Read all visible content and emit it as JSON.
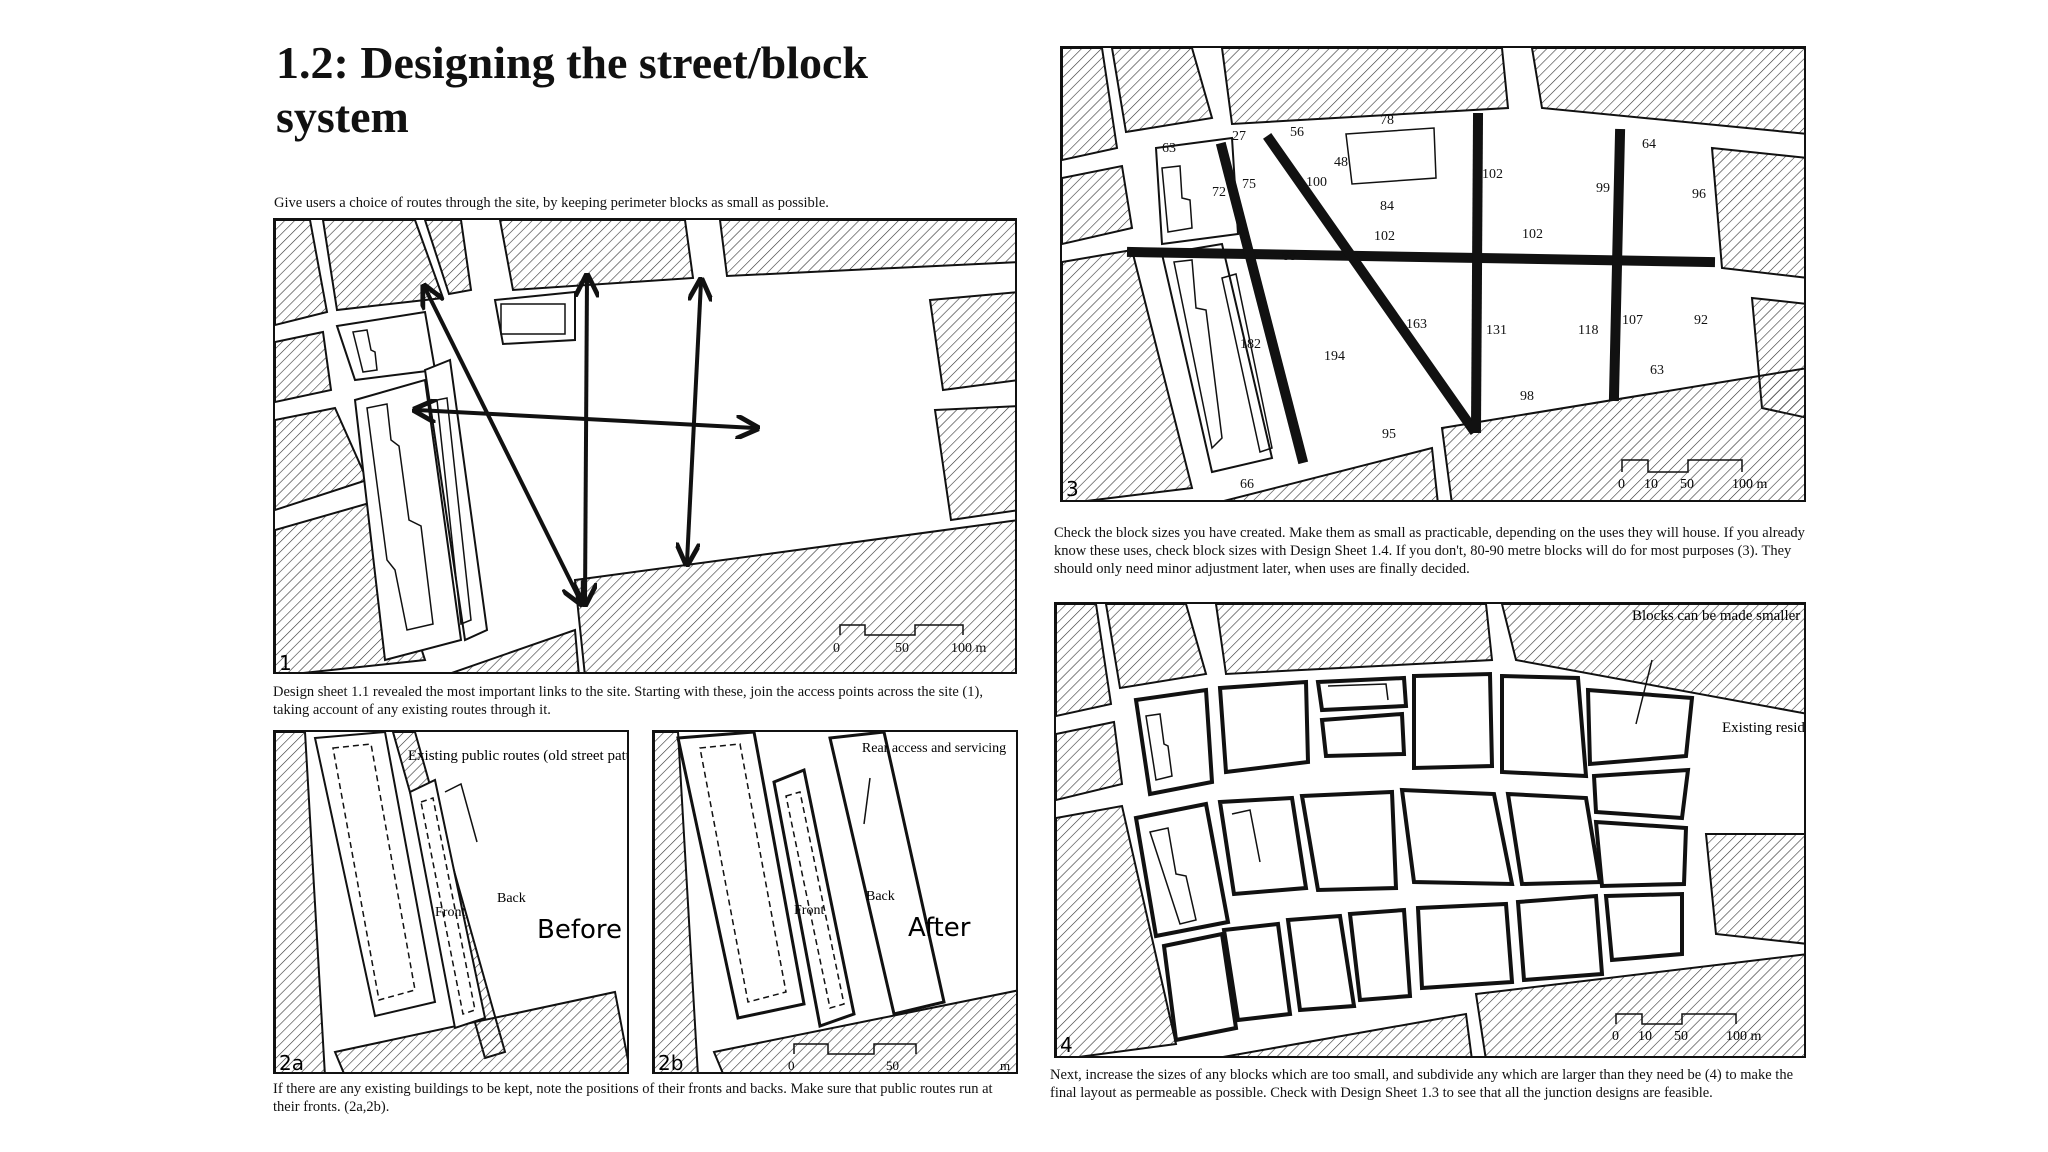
{
  "page": {
    "title": "1.2: Designing the street/block system",
    "intro": "Give users a choice of routes through the site, by keeping perimeter blocks as small as possible.",
    "caption1": "Design sheet 1.1 revealed the most important links to the site. Starting with these, join the access points across the site (1), taking account of any existing routes through it.",
    "caption2": "If there are any existing buildings to be kept, note the positions of their fronts and backs. Make sure that public routes run at their fronts. (2a,2b).",
    "caption3": "Check the block sizes you have created. Make them as small as practicable, depending on the uses they will house. If you already know these uses, check block sizes with Design Sheet 1.4. If you don't, 80-90 metre blocks will do for most purposes (3). They should only need minor adjustment later, when uses are finally decided.",
    "caption4": "Next, increase the sizes of any blocks which are too small, and subdivide any which are larger than they need be (4) to make the final layout as permeable as possible. Check with Design Sheet 1.3 to see that all the junction designs are feasible."
  },
  "panel1": {
    "label": "1",
    "scale": [
      "0",
      "50",
      "100 m"
    ]
  },
  "panel2a": {
    "label": "2a",
    "note": "Existing public routes (old street pattern)",
    "front": "Front",
    "back": "Back",
    "word": "Before"
  },
  "panel2b": {
    "label": "2b",
    "note": "Rear access and servicing",
    "front": "Front",
    "back": "Back",
    "word": "After",
    "scale": [
      "0",
      "50",
      "m"
    ]
  },
  "panel3": {
    "label": "3",
    "dims": [
      "63",
      "27",
      "56",
      "78",
      "48",
      "84",
      "72",
      "75",
      "100",
      "102",
      "99",
      "64",
      "96",
      "102",
      "102",
      "68",
      "163",
      "182",
      "194",
      "131",
      "118",
      "107",
      "92",
      "63",
      "98",
      "95",
      "66"
    ],
    "scale": [
      "0",
      "10",
      "50",
      "100 m"
    ]
  },
  "panel4": {
    "label": "4",
    "note1": "Blocks can be made smaller if residential use is already known.",
    "note2": "Existing residential",
    "scale": [
      "0",
      "10",
      "50",
      "100 m"
    ]
  }
}
